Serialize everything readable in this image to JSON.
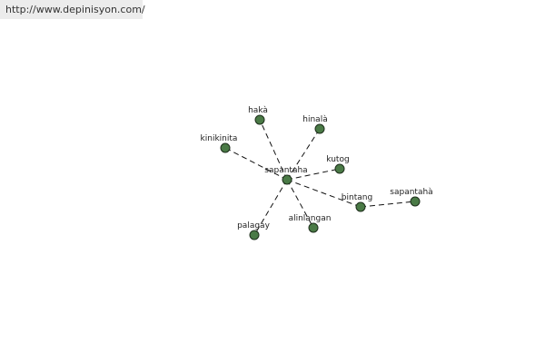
{
  "header": {
    "url": "http://www.depinisyon.com/"
  },
  "graph": {
    "colors": {
      "node_fill": "#4a7a46",
      "node_stroke": "#1e2e1c",
      "edge": "#111111"
    },
    "nodes": {
      "center": "sapantaha",
      "haka": "hakà",
      "hinala": "hinalà",
      "kinikinita": "kinikinita",
      "kutog": "kutog",
      "bintang": "bintang",
      "sapantaha2": "sapantahà",
      "alinlangan": "alinlangan",
      "palagay": "palagay"
    },
    "edges": [
      [
        "center",
        "haka"
      ],
      [
        "center",
        "hinala"
      ],
      [
        "center",
        "kinikinita"
      ],
      [
        "center",
        "kutog"
      ],
      [
        "center",
        "bintang"
      ],
      [
        "center",
        "alinlangan"
      ],
      [
        "center",
        "palagay"
      ],
      [
        "bintang",
        "sapantaha2"
      ]
    ]
  }
}
